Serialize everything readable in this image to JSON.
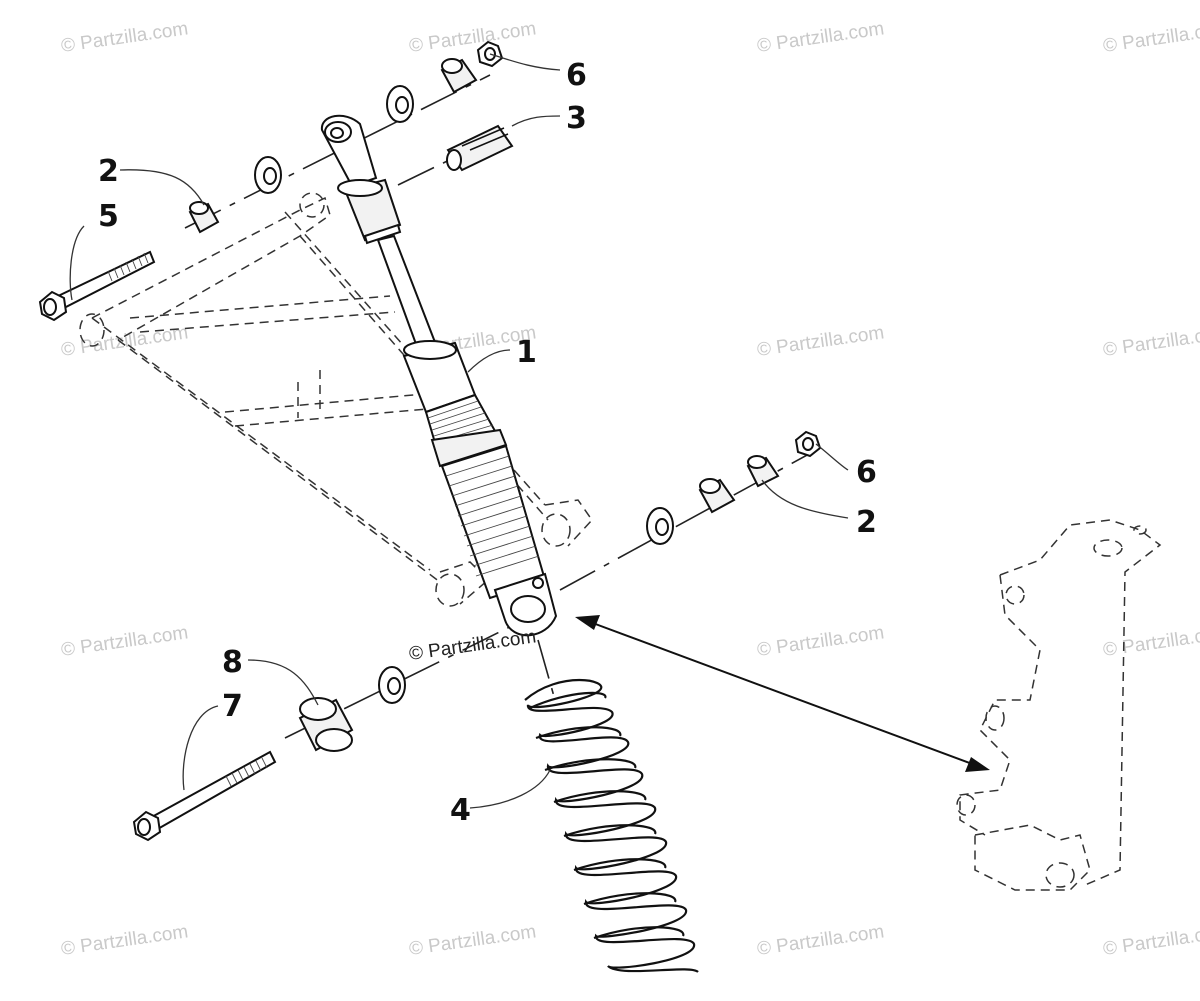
{
  "watermark": {
    "text": "© Partzilla.com",
    "center_text": "© Partzilla.com"
  },
  "callouts": {
    "shock_absorber": "1",
    "bushing_upper": "2",
    "bushing_lower": "2",
    "upper_bushing_sleeve": "3",
    "spring": "4",
    "upper_bolt": "5",
    "nut_upper": "6",
    "nut_lower": "6",
    "lower_bolt": "7",
    "lower_spacer": "8"
  },
  "icons": {
    "shock": "shock-absorber-icon",
    "spring": "coil-spring-icon",
    "bolt": "bolt-icon",
    "nut": "nut-icon",
    "a_arm": "a-arm-phantom-icon",
    "spindle": "spindle-phantom-icon"
  }
}
